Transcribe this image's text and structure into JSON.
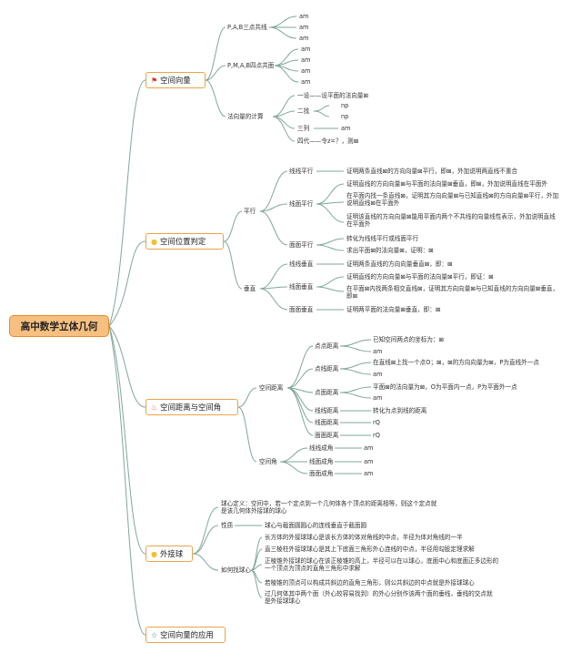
{
  "colors": {
    "root_fill": "#f7c080",
    "root_border": "#e6892c",
    "topic_border": "#e9a34a",
    "link": "#7fa79a"
  },
  "root": {
    "title": "高中数学立体几何"
  },
  "branches": [
    {
      "title": "空间向量",
      "icon": "red-flag-icon",
      "icon_char": "⚑",
      "icon_color": "#d62d20"
    },
    {
      "title": "空间位置判定",
      "icon": "yellow-circle-icon",
      "icon_char": "●",
      "icon_color": "#f3c12b"
    },
    {
      "title": "空间距离与空间角",
      "icon": "fire-icon",
      "icon_char": "🔥",
      "icon_color": "#e8572a"
    },
    {
      "title": "外接球",
      "icon": "yellow-circle-icon",
      "icon_char": "●",
      "icon_color": "#f3c12b"
    },
    {
      "title": "空间向量的应用",
      "icon": "star-icon",
      "icon_char": "☆",
      "icon_color": "#3a73c4"
    }
  ],
  "vec": {
    "pab": "P,A,B三点共线",
    "pmab": "P,M,A,B四点共面",
    "normal": "法向量的计算",
    "am": "am",
    "np": "np",
    "yi": "一设——设平面的法向量⊠",
    "er": "二找",
    "san": "三列",
    "si": "四代——令z=？，则⊠"
  },
  "pos": {
    "parallel": "平行",
    "perp": "垂直",
    "ll": "线线平行",
    "ll_1": "证明两条直线⊠的方向向量⊠平行，即⊠，外加说明两直线不重合",
    "lp": "线面平行",
    "lp_1": "证明直线的方向向量⊠与平面的法向量⊠垂直，即⊠，外加说明直线在平面外",
    "lp_2": "在平面内找一条直线⊠，证明其方向向量⊠与已知直线⊠的方向向量⊠平行，外加说明直线⊠在平面外",
    "lp_3": "证明该直线的方向向量⊠能用平面内两个不共线的向量线性表示，外加说明直线在平面外",
    "pp": "面面平行",
    "pp_1": "转化为线线平行或线面平行",
    "pp_2": "求出平面⊠的法向量⊠，证明：⊠",
    "lv": "线线垂直",
    "lv_1": "证明两条直线的方向向量垂直⊠，即：⊠",
    "lpv": "线面垂直",
    "lpv_1": "证明直线的方向向量⊠与平面的法向量⊠平行，即证：⊠",
    "lpv_2": "在平面⊠内找两条相交直线⊠，证明其方向向量⊠与已知直线的方向向量⊠垂直，即⊠",
    "ppv": "面面垂直",
    "ppv_1": "证明两平面的法向量⊠垂直，即：⊠"
  },
  "dist": {
    "space_dist": "空间距离",
    "pp": "点点距离",
    "pp_1": "已知空间两点的坐标为：⊠",
    "am": "am",
    "pl": "点线距离",
    "pl_1": "在直线⊠上找一个点O；⊠，⊠的方向向量为⊠，P为直线外一点",
    "ppl": "点面距离",
    "ppl_1": "平面⊠的法向量为⊠，O为平面内一点，P为平面外一点",
    "ll": "线线距离",
    "ll_1": "转化为点到线的距离",
    "lp": "线面距离",
    "lp_1": "rQ",
    "fp": "面面距离",
    "fp_1": "rQ",
    "angle": "空间角",
    "la": "线线成角",
    "lpa": "线面成角",
    "fa": "面面成角"
  },
  "sphere": {
    "def": "球心定义：空间中，若一个定点到一个几何体各个顶点的距离相等，则这个定点就是该几何体外接球的球心",
    "prop": "性质",
    "prop_1": "球心与截面圆圆心的连线垂直于截面圆",
    "find": "如何找球心",
    "f1": "长方体的外接球球心是该长方体的体对角线的中点，半径为体对角线的一半",
    "f2": "直三棱柱外接球球心是其上下底面三角形外心连线的中点，半径用勾股定理求解",
    "f3": "正棱锥外接球的球心在该正棱锥的高上，半径可以在以球心，底面中心和底面正多边形的一个顶点为顶点的直角三角形中求解",
    "f4": "若棱锥的顶点可以构成共斜边的直角三角形，则公共斜边的中点就是外接球球心",
    "f5": "过几何体其中两个面（外心较容易找到）的外心分别作该两个面的垂线，垂线的交点就是外接球球心"
  }
}
